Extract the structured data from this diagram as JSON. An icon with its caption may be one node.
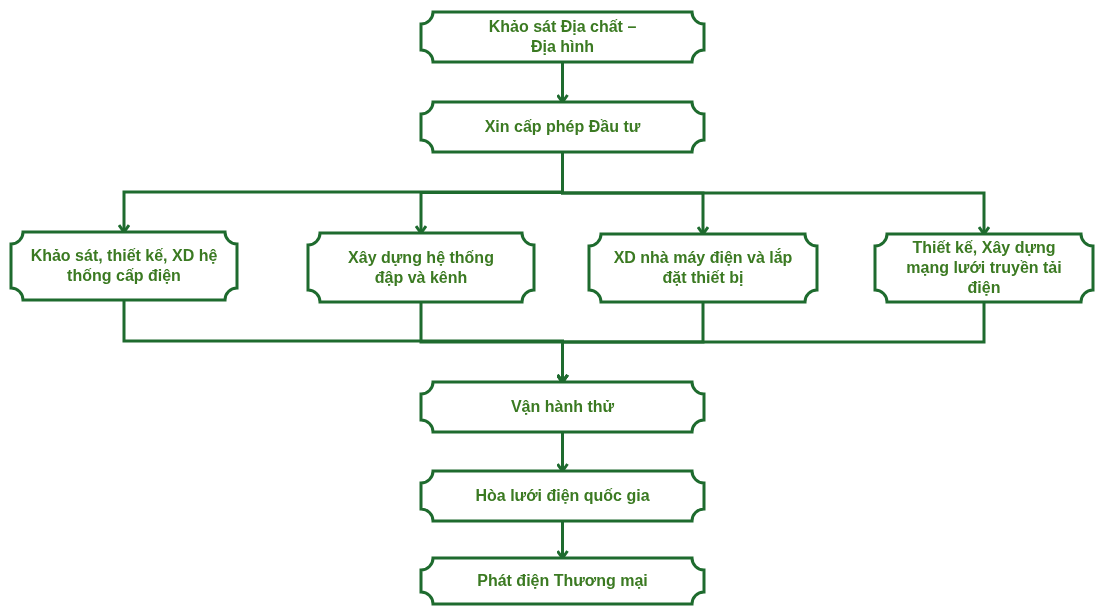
{
  "diagram": {
    "nodes": [
      {
        "text": [
          "Khảo sát Địa chất – Địa hình"
        ]
      },
      {
        "text": [
          "Xin cấp phép Đầu tư"
        ]
      },
      {
        "text": [
          "Khảo sát, thiết kế, XD hệ thống cấp điện"
        ]
      },
      {
        "text": [
          "Xây dựng hệ thống đập và kênh"
        ]
      },
      {
        "text": [
          "XD nhà máy điện và lắp đặt thiết bị"
        ]
      },
      {
        "text": [
          "Thiết kế, Xây dựng mạng lưới truyền tải điện"
        ]
      },
      {
        "text": [
          "Vận hành thử"
        ]
      },
      {
        "text": [
          "Hòa lưới điện quốc gia"
        ]
      },
      {
        "text": [
          "Phát điện Thương mại"
        ]
      }
    ],
    "edges": [
      {
        "from": 0,
        "to": 1,
        "arrow": "to"
      },
      {
        "from": 1,
        "to": 2,
        "arrow": "to"
      },
      {
        "from": 1,
        "to": 3,
        "arrow": "to"
      },
      {
        "from": 1,
        "to": 4,
        "arrow": "to"
      },
      {
        "from": 1,
        "to": 5,
        "arrow": "to"
      },
      {
        "from": 2,
        "to": 6,
        "arrow": "to"
      },
      {
        "from": 3,
        "to": 6,
        "arrow": "to"
      },
      {
        "from": 4,
        "to": 6,
        "arrow": "to"
      },
      {
        "from": 5,
        "to": 6,
        "arrow": "to"
      },
      {
        "from": 6,
        "to": 7,
        "arrow": "to"
      },
      {
        "from": 7,
        "to": 8,
        "arrow": "to"
      }
    ]
  }
}
